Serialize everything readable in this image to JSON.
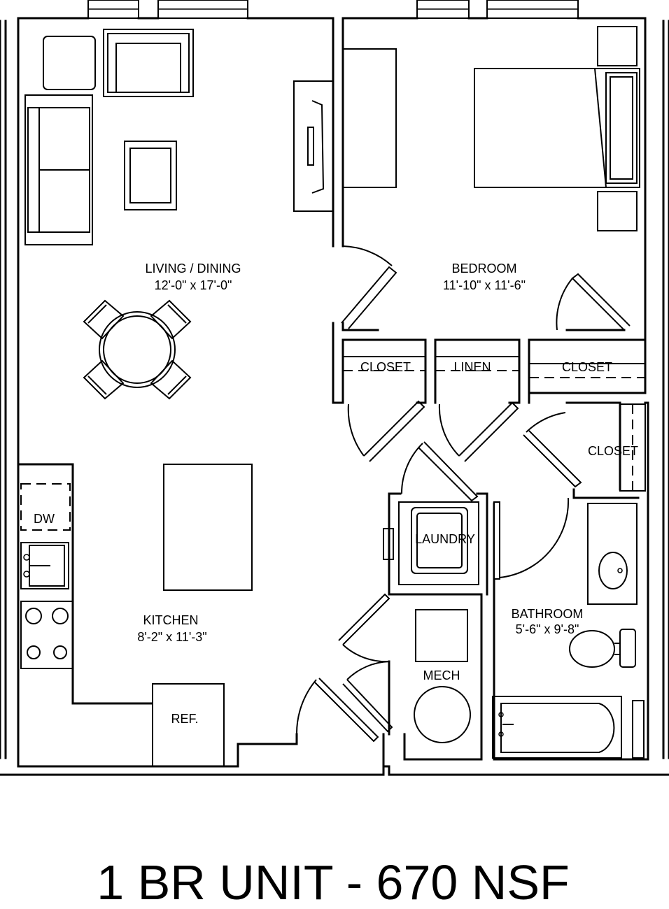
{
  "title": "1 BR UNIT - 670 NSF",
  "rooms": {
    "living": {
      "name": "LIVING / DINING",
      "dims": "12'-0\" x 17'-0\""
    },
    "bedroom": {
      "name": "BEDROOM",
      "dims": "11'-10\" x 11'-6\""
    },
    "kitchen": {
      "name": "KITCHEN",
      "dims": "8'-2\" x 11'-3\""
    },
    "bathroom": {
      "name": "BATHROOM",
      "dims": "5'-6\" x 9'-8\""
    },
    "closet1": {
      "name": "CLOSET"
    },
    "linen": {
      "name": "LINEN"
    },
    "closet2": {
      "name": "CLOSET"
    },
    "closet3": {
      "name": "CLOSET"
    },
    "laundry": {
      "name": "LAUNDRY"
    },
    "mech": {
      "name": "MECH"
    }
  },
  "fixtures": {
    "dishwasher": "DW",
    "refrigerator": "REF."
  }
}
